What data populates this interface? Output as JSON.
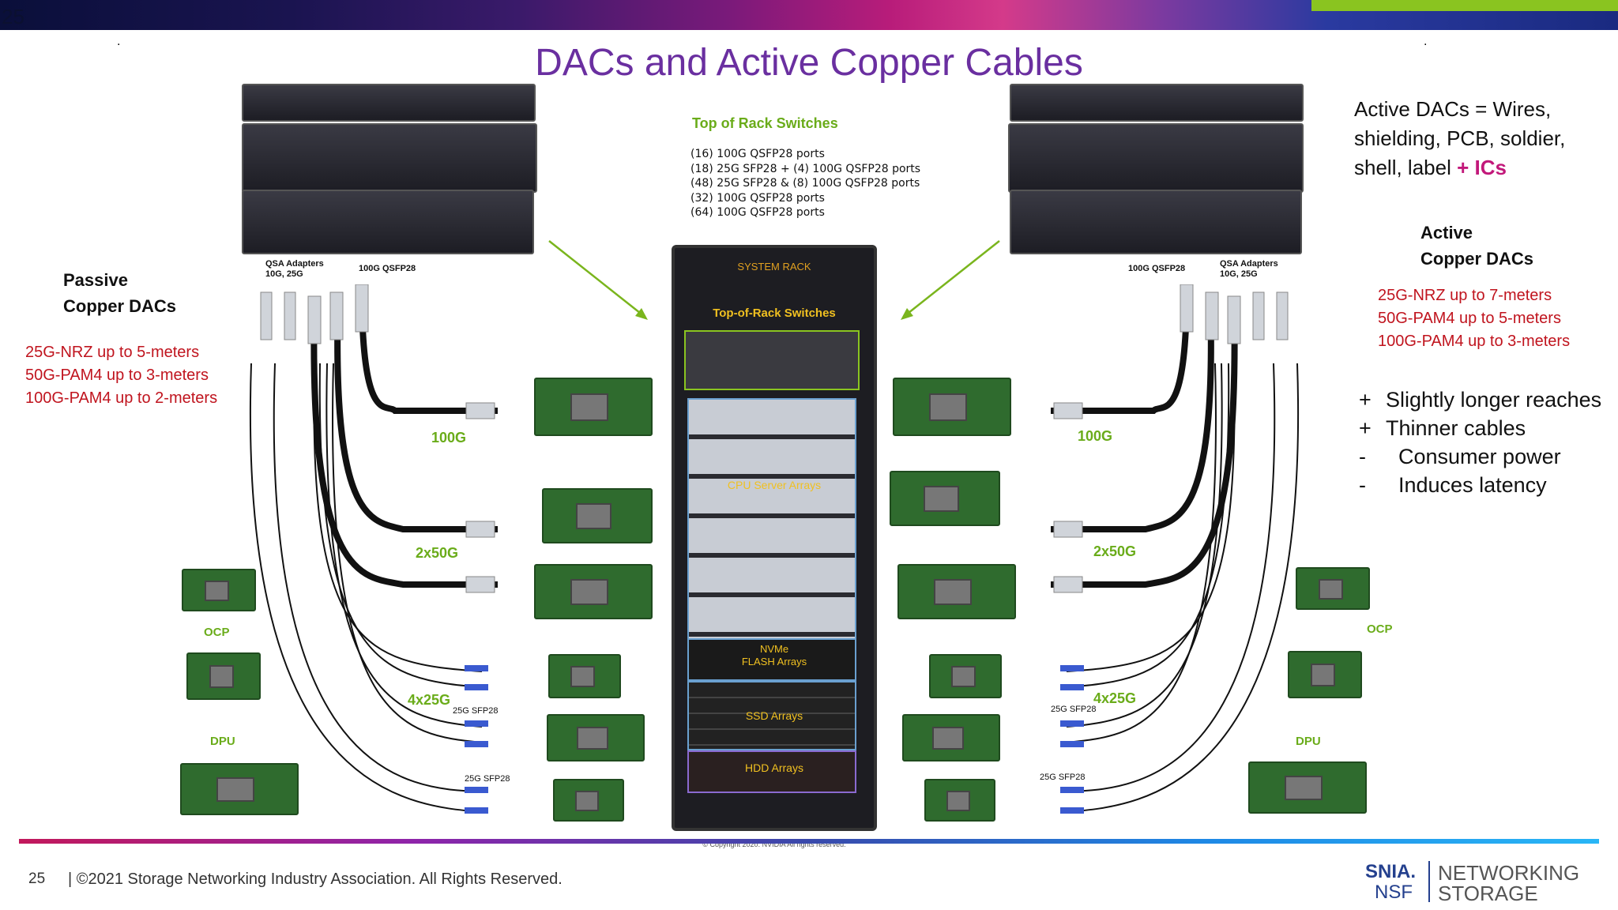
{
  "slide_number_top": "25",
  "title": "DACs and Active Copper Cables",
  "left": {
    "qsa_label_line1": "QSA Adapters",
    "qsa_label_line2": "10G, 25G",
    "qsfp_label": "100G QSFP28",
    "heading_line1": "Passive",
    "heading_line2": "Copper DACs",
    "specs": [
      "25G-NRZ up to 5-meters",
      "50G-PAM4 up to 3-meters",
      "100G-PAM4 up to 2-meters"
    ],
    "speed_100g": "100G",
    "speed_2x50g": "2x50G",
    "speed_4x25g": "4x25G",
    "sfp_label_1": "25G SFP28",
    "sfp_label_2": "25G SFP28",
    "ocp": "OCP",
    "dpu": "DPU"
  },
  "center": {
    "tor_heading": "Top of Rack Switches",
    "ports": [
      "(16) 100G QSFP28 ports",
      "(18) 25G  SFP28 + (4) 100G QSFP28 ports",
      "(48) 25G SFP28 & (8) 100G QSFP28 ports",
      "(32) 100G QSFP28 ports",
      "(64) 100G QSFP28 ports"
    ],
    "system_rack": "SYSTEM RACK",
    "tor_switches": "Top-of-Rack Switches",
    "cpu_server": "CPU Server Arrays",
    "nvme_line1": "NVMe",
    "nvme_line2": "FLASH Arrays",
    "ssd": "SSD Arrays",
    "hdd": "HDD Arrays",
    "copyright_small": "© Copyright 2020. NVIDIA All rights reserved."
  },
  "right": {
    "qsfp_label": "100G QSFP28",
    "qsa_label_line1": "QSA Adapters",
    "qsa_label_line2": "10G, 25G",
    "active_dacs_line1": "Active DACs = Wires,",
    "active_dacs_line2": "shielding, PCB, soldier,",
    "active_dacs_line3_a": "shell, label ",
    "active_dacs_line3_b": "+ ICs",
    "heading_line1": "Active",
    "heading_line2": "Copper DACs",
    "specs": [
      "25G-NRZ up to 7-meters",
      "50G-PAM4 up to 5-meters",
      "100G-PAM4 up to 3-meters"
    ],
    "pros_cons": [
      {
        "sign": "+",
        "text": "Slightly longer reaches"
      },
      {
        "sign": "+",
        "text": "Thinner cables"
      },
      {
        "sign": "-",
        "text": "Consumer power"
      },
      {
        "sign": "-",
        "text": "Induces latency"
      }
    ],
    "speed_100g": "100G",
    "speed_2x50g": "2x50G",
    "speed_4x25g": "4x25G",
    "sfp_label_1": "25G SFP28",
    "sfp_label_2": "25G SFP28",
    "ocp": "OCP",
    "dpu": "DPU"
  },
  "footer": {
    "page": "25",
    "copyright": "| ©2021 Storage Networking Industry Association. All Rights Reserved.",
    "logo_snia": "SNIA.",
    "logo_nsf": "NSF",
    "logo_networking": "NETWORKING",
    "logo_storage": "STORAGE"
  },
  "colors": {
    "title": "#6a2fa0",
    "green": "#6aac1a",
    "red": "#c0141e",
    "magenta": "#c2187a"
  }
}
